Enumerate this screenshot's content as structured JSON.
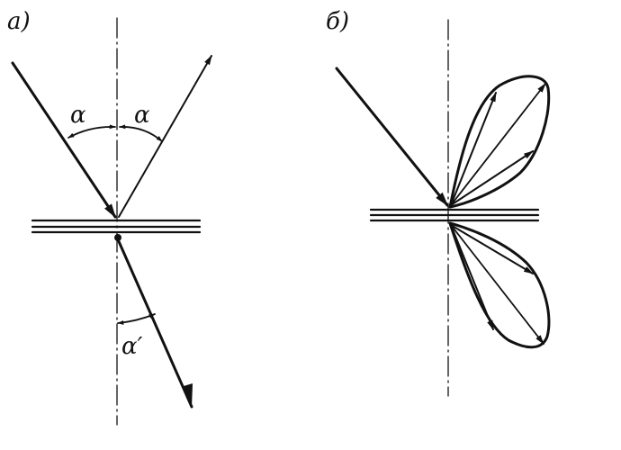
{
  "panel_a": {
    "label": "а)",
    "angle_incident_label": "α",
    "angle_reflected_label": "α",
    "angle_refracted_label": "α′"
  },
  "panel_b": {
    "label": "б)"
  }
}
